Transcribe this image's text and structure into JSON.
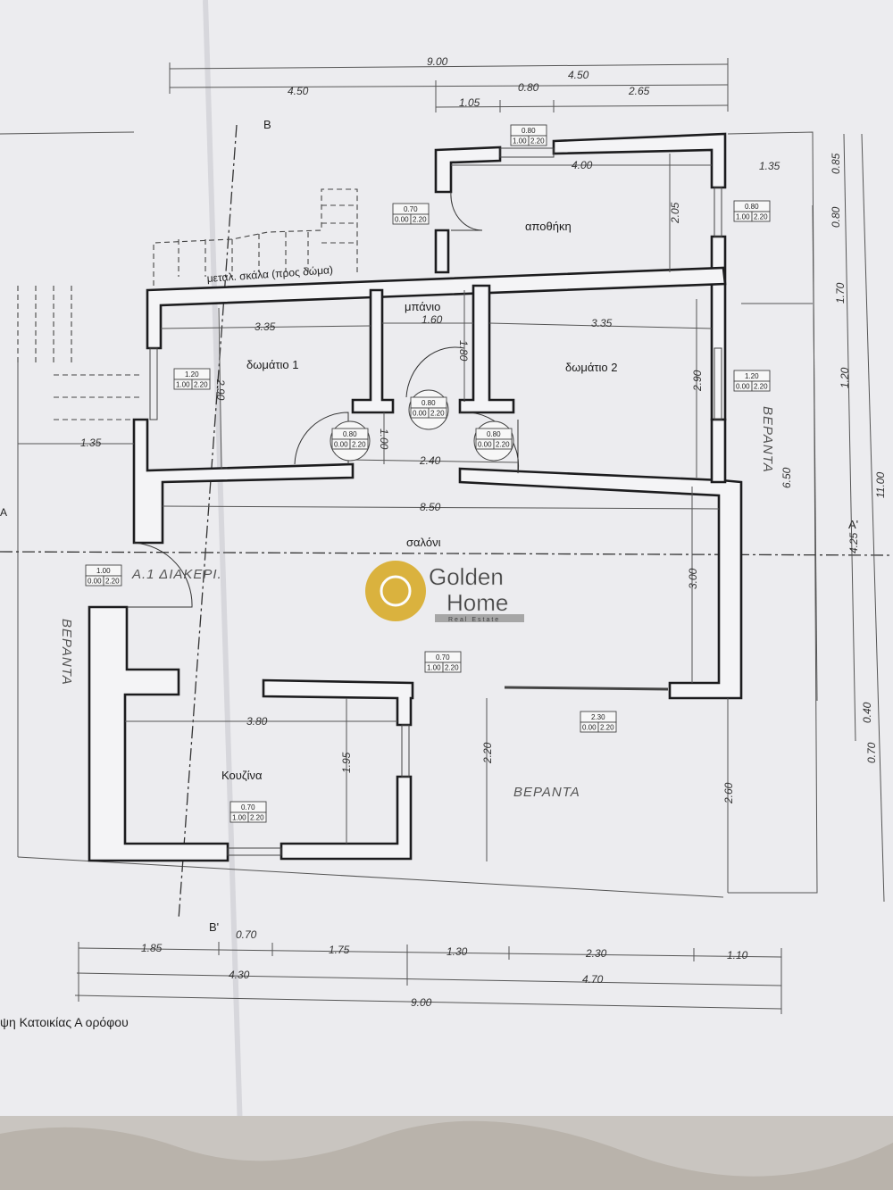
{
  "plan": {
    "caption": "ψη Κατοικίας Α ορόφου",
    "rooms": {
      "storage": "αποθήκη",
      "bathroom": "μπάνιο",
      "bedroom1": "δωμάτιο 1",
      "bedroom2": "δωμάτιο 2",
      "living": "σαλόνι",
      "kitchen": "Κουζίνα"
    },
    "stair_label": "μεταλ. σκάλα (προς δώμα)",
    "section_marks": {
      "b_top": "B",
      "b_bottom": "B'",
      "a_left": "A",
      "a_right": "A'"
    },
    "handwritten": {
      "veranda_right": "ΒΕΡΑΝΤΑ",
      "veranda_left": "ΒΕΡΑΝΤΑ",
      "veranda_bottom": "ΒΕΡΑΝΤΑ",
      "entrance": "Α.1 ΔΙΑΚΕΡΙ."
    },
    "top_dims": [
      "9.00",
      "4.50",
      "4.50",
      "1.05",
      "0.80",
      "2.65"
    ],
    "bottom_dims": [
      "1.85",
      "0.70",
      "1.75",
      "1.30",
      "2.30",
      "1.10",
      "4.30",
      "4.70",
      "9.00"
    ],
    "right_dims": [
      "0.85",
      "0.80",
      "1.70",
      "1.20",
      "4.25",
      "0.40",
      "0.70",
      "11.00",
      "6.50",
      "1.35"
    ],
    "interior_dims": [
      "4.00",
      "2.05",
      "3.35",
      "1.60",
      "3.35",
      "1.80",
      "2.90",
      "2.90",
      "1.00",
      "2.40",
      "8.50",
      "3.00",
      "3.80",
      "1.95",
      "2.20",
      "2.60",
      "1.35"
    ],
    "openings": [
      {
        "w": "0.80",
        "sill": "1.00",
        "h": "2.20"
      },
      {
        "w": "0.70",
        "sill": "0.00",
        "h": "2.20"
      },
      {
        "w": "0.80",
        "sill": "1.00",
        "h": "2.20"
      },
      {
        "w": "1.20",
        "sill": "1.00",
        "h": "2.20"
      },
      {
        "w": "1.20",
        "sill": "0.00",
        "h": "2.20"
      },
      {
        "w": "0.80",
        "sill": "0.00",
        "h": "2.20"
      },
      {
        "w": "0.80",
        "sill": "0.00",
        "h": "2.20"
      },
      {
        "w": "0.80",
        "sill": "0.00",
        "h": "2.20"
      },
      {
        "w": "1.00",
        "sill": "0.00",
        "h": "2.20"
      },
      {
        "w": "2.30",
        "sill": "0.00",
        "h": "2.20"
      },
      {
        "w": "0.70",
        "sill": "1.00",
        "h": "2.20"
      },
      {
        "w": "0.70",
        "sill": "1.00",
        "h": "2.20"
      }
    ]
  },
  "watermark": {
    "line1": "Golden",
    "line2": "Home",
    "line3": "Real Estate",
    "color": "#d8a920"
  }
}
